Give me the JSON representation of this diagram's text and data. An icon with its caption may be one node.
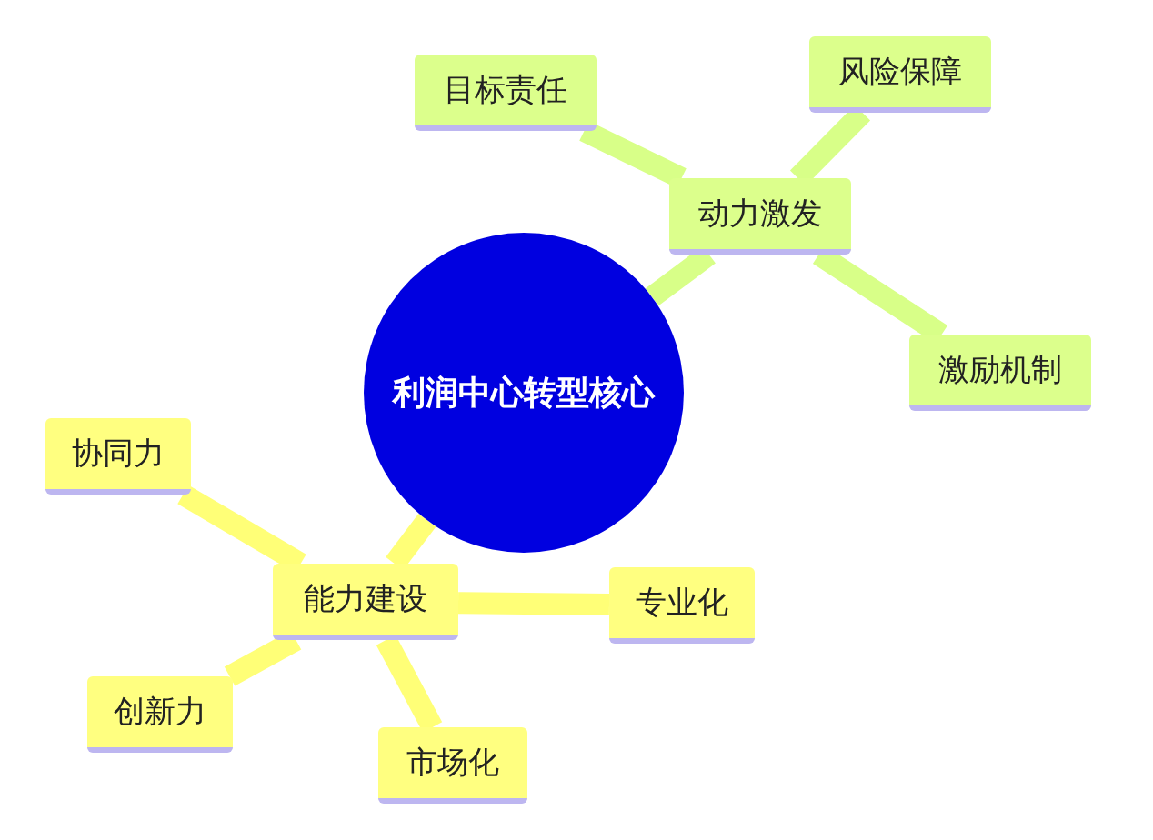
{
  "diagram": {
    "nodes": [
      {
        "text": [
          "利润中心转型核心"
        ]
      },
      {
        "text": [
          "动力激发"
        ]
      },
      {
        "text": [
          "目标责任"
        ]
      },
      {
        "text": [
          "风险保障"
        ]
      },
      {
        "text": [
          "激励机制"
        ]
      },
      {
        "text": [
          "能力建设"
        ]
      },
      {
        "text": [
          "协同力"
        ]
      },
      {
        "text": [
          "专业化"
        ]
      },
      {
        "text": [
          "创新力"
        ]
      },
      {
        "text": [
          "市场化"
        ]
      }
    ],
    "edges": [
      {
        "from": 0,
        "to": 1,
        "arrow": "none",
        "color": "#d8ff88"
      },
      {
        "from": 1,
        "to": 2,
        "arrow": "none",
        "color": "#d8ff88"
      },
      {
        "from": 1,
        "to": 3,
        "arrow": "none",
        "color": "#d8ff88"
      },
      {
        "from": 1,
        "to": 4,
        "arrow": "none",
        "color": "#d8ff88"
      },
      {
        "from": 0,
        "to": 5,
        "arrow": "none"
      },
      {
        "from": 5,
        "to": 6,
        "arrow": "none"
      },
      {
        "from": 5,
        "to": 7,
        "arrow": "none"
      },
      {
        "from": 5,
        "to": 8,
        "arrow": "none"
      },
      {
        "from": 5,
        "to": 9,
        "arrow": "none"
      }
    ]
  }
}
